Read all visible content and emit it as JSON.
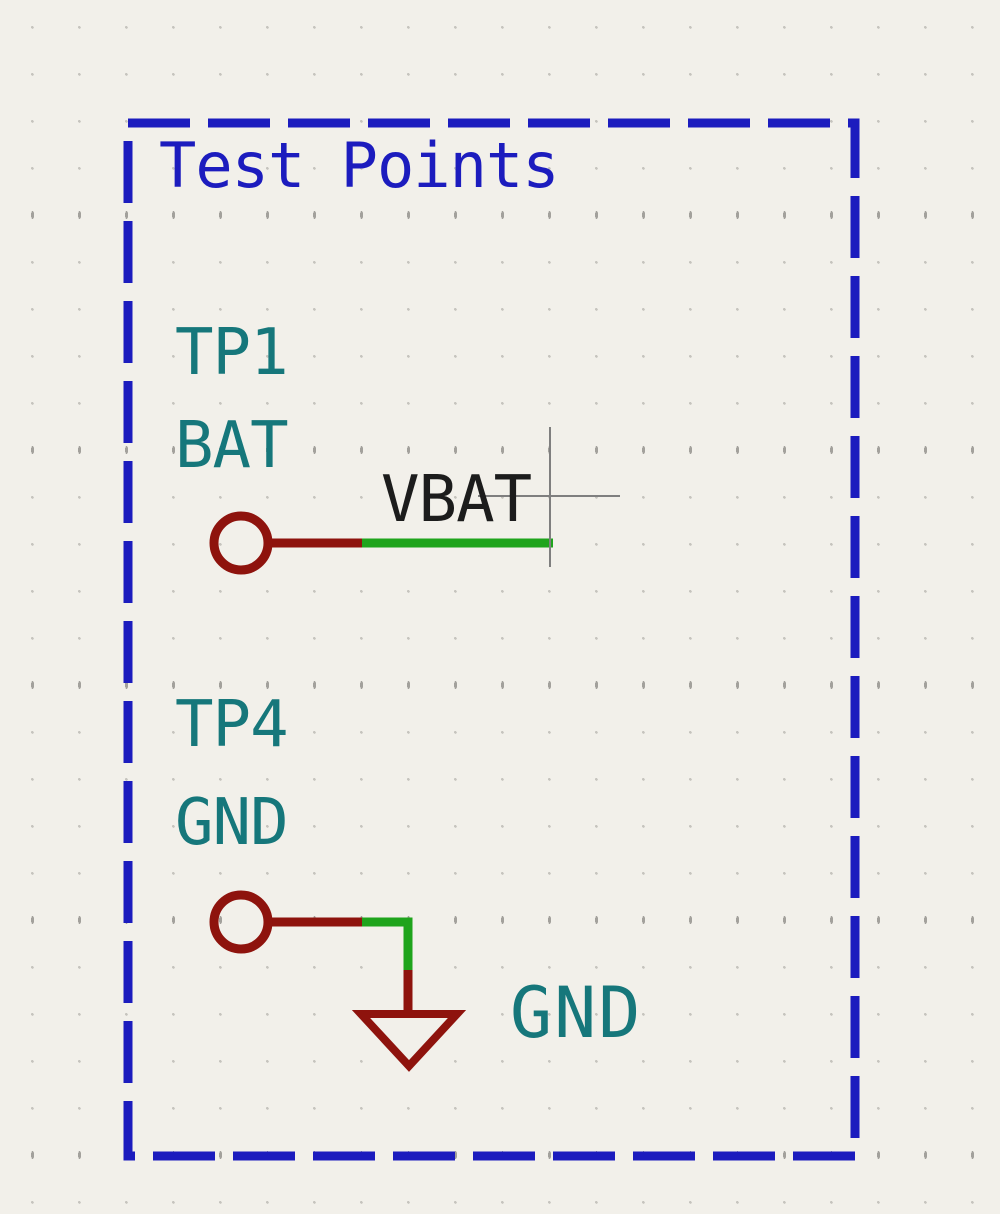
{
  "canvas": {
    "background_color": "#f2f0ea",
    "grid_dot_color": "#c6c4be"
  },
  "group": {
    "title": "Test Points",
    "border_color": "#1c1cbe"
  },
  "test_points": [
    {
      "reference": "TP1",
      "value": "BAT",
      "net_label": "VBAT"
    },
    {
      "reference": "TP4",
      "value": "GND",
      "power_net_label": "GND"
    }
  ],
  "colors": {
    "designator_teal": "#16777b",
    "symbol_red": "#8e130d",
    "wire_green": "#1fa41c",
    "net_label_black": "#1c1c1c",
    "cursor_gray": "#7f7f7f"
  }
}
